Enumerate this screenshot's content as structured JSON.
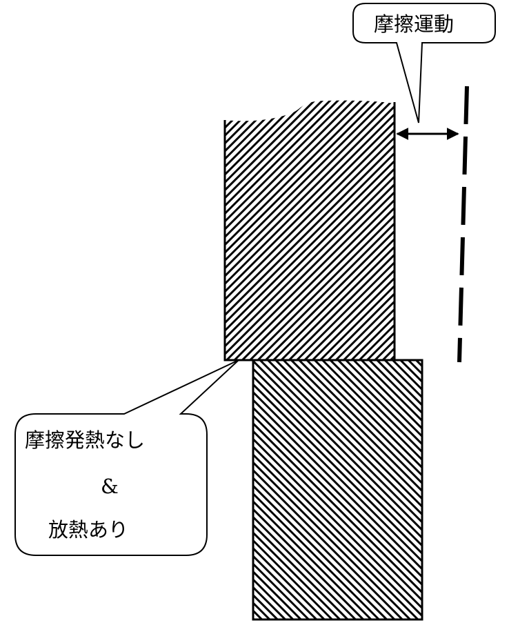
{
  "callouts": {
    "motion": {
      "text": "摩擦運動"
    },
    "contact": {
      "line1": "摩擦発熱なし",
      "line2": "&",
      "line3": "放熱あり"
    }
  },
  "colors": {
    "stroke": "#000000",
    "background": "#ffffff"
  }
}
